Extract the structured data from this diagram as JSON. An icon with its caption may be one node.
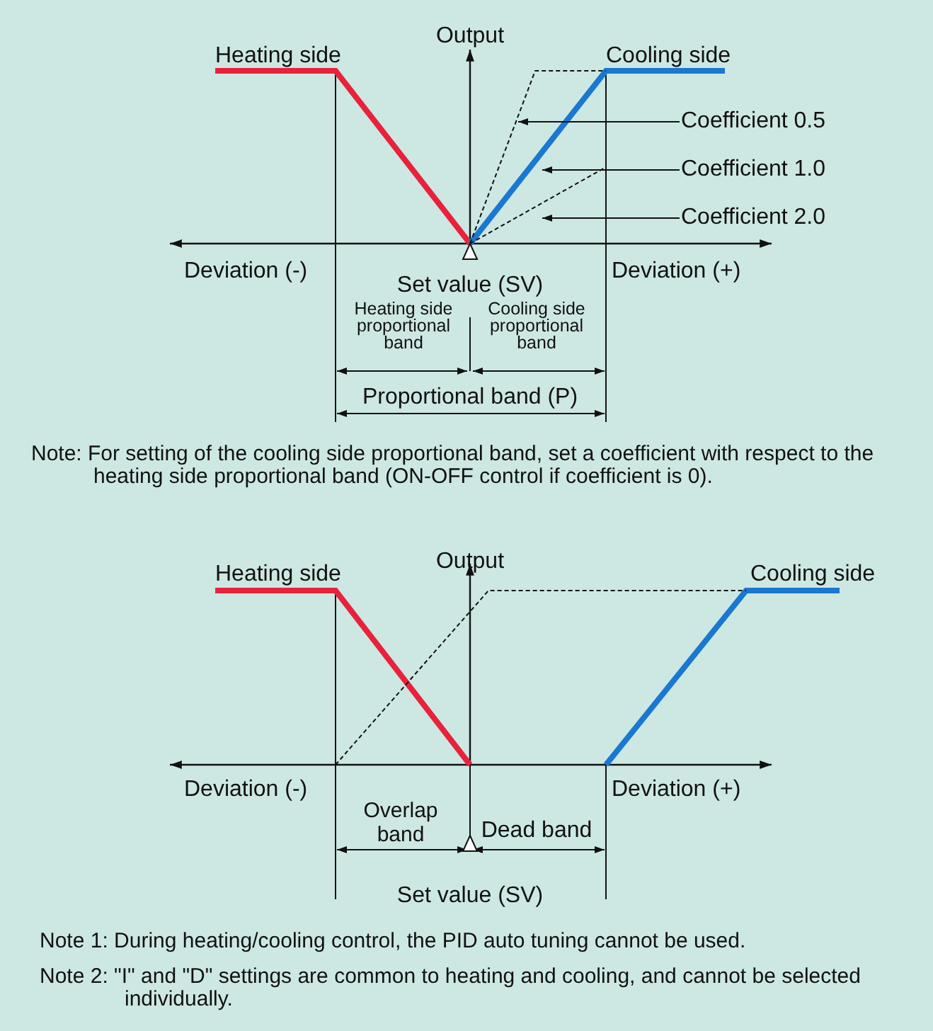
{
  "diagram": {
    "nodes": [
      {
        "text": [
          "Coefficient 0.5"
        ]
      },
      {
        "text": [
          "Coefficient 1.0"
        ]
      },
      {
        "text": [
          "Coefficient 2.0"
        ]
      }
    ],
    "edges": [
      {
        "from": 0,
        "to": null,
        "arrow": "to"
      },
      {
        "from": 1,
        "to": null,
        "arrow": "to"
      },
      {
        "from": 2,
        "to": null,
        "arrow": "to"
      }
    ],
    "labels": [
      "Output",
      "Heating side",
      "Cooling side",
      "Deviation (-)",
      "Set value (SV)",
      "Deviation (+)",
      "Heating side proportional band",
      "Cooling side proportional band",
      "Proportional band (P)",
      "Note: For setting of the cooling side proportional band, set a coefficient with respect to the heating side proportional band (ON-OFF control if coefficient is 0).",
      "Output",
      "Heating side",
      "Cooling side",
      "Deviation (-)",
      "Deviation (+)",
      "Overlap band",
      "Dead band",
      "Set value (SV)",
      "Note 1: During heating/cooling control, the PID auto tuning cannot be used.",
      "Note 2: \"I\" and \"D\" settings are common to heating and cooling, and cannot be selected individually."
    ]
  }
}
